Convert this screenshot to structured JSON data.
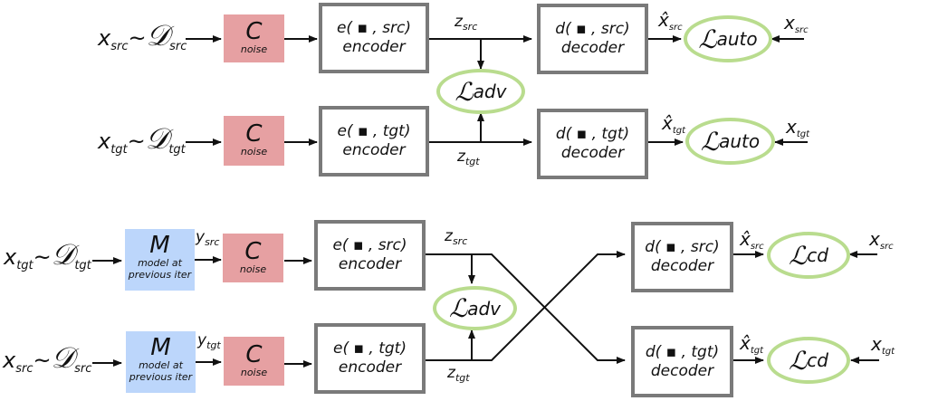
{
  "top_section": {
    "rows": [
      {
        "input": {
          "var": "x",
          "var_sub": "src",
          "tilde": "~",
          "dist": "𝒟",
          "dist_sub": "src"
        },
        "noise": {
          "symbol": "C",
          "label": "noise"
        },
        "encoder": {
          "func": "e( ▪ , src)",
          "label": "encoder"
        },
        "latent": {
          "var": "z",
          "sub": "src"
        },
        "decoder": {
          "func": "d( ▪ , src)",
          "label": "decoder"
        },
        "recon": {
          "var": "x̂",
          "sub": "src"
        },
        "loss": {
          "symbol": "ℒ",
          "sub": "auto"
        },
        "target": {
          "var": "x",
          "sub": "src"
        }
      },
      {
        "input": {
          "var": "x",
          "var_sub": "tgt",
          "tilde": "~",
          "dist": "𝒟",
          "dist_sub": "tgt"
        },
        "noise": {
          "symbol": "C",
          "label": "noise"
        },
        "encoder": {
          "func": "e( ▪ , tgt)",
          "label": "encoder"
        },
        "latent": {
          "var": "z",
          "sub": "tgt"
        },
        "decoder": {
          "func": "d( ▪ , tgt)",
          "label": "decoder"
        },
        "recon": {
          "var": "x̂",
          "sub": "tgt"
        },
        "loss": {
          "symbol": "ℒ",
          "sub": "auto"
        },
        "target": {
          "var": "x",
          "sub": "tgt"
        }
      }
    ],
    "adv_loss": {
      "symbol": "ℒ",
      "sub": "adv"
    }
  },
  "bottom_section": {
    "rows": [
      {
        "input": {
          "var": "x",
          "var_sub": "tgt",
          "tilde": "~",
          "dist": "𝒟",
          "dist_sub": "tgt"
        },
        "model": {
          "symbol": "M",
          "label_line1": "model at",
          "label_line2": "previous iter"
        },
        "translated": {
          "var": "y",
          "sub": "src"
        },
        "noise": {
          "symbol": "C",
          "label": "noise"
        },
        "encoder": {
          "func": "e( ▪ , src)",
          "label": "encoder"
        },
        "latent": {
          "var": "z",
          "sub": "src"
        },
        "decoder": {
          "func": "d( ▪ , src)",
          "label": "decoder"
        },
        "recon": {
          "var": "x̂",
          "sub": "src"
        },
        "loss": {
          "symbol": "ℒ",
          "sub": "cd"
        },
        "target": {
          "var": "x",
          "sub": "src"
        }
      },
      {
        "input": {
          "var": "x",
          "var_sub": "src",
          "tilde": "~",
          "dist": "𝒟",
          "dist_sub": "src"
        },
        "model": {
          "symbol": "M",
          "label_line1": "model at",
          "label_line2": "previous iter"
        },
        "translated": {
          "var": "y",
          "sub": "tgt"
        },
        "noise": {
          "symbol": "C",
          "label": "noise"
        },
        "encoder": {
          "func": "e( ▪ , tgt)",
          "label": "encoder"
        },
        "latent": {
          "var": "z",
          "sub": "tgt"
        },
        "decoder": {
          "func": "d( ▪ , tgt)",
          "label": "decoder"
        },
        "recon": {
          "var": "x̂",
          "sub": "tgt"
        },
        "loss": {
          "symbol": "ℒ",
          "sub": "cd"
        },
        "target": {
          "var": "x",
          "sub": "tgt"
        }
      }
    ],
    "adv_loss": {
      "symbol": "ℒ",
      "sub": "adv"
    }
  },
  "colors": {
    "noise_box": "#e6a0a2",
    "model_box": "#bcd6fb",
    "module_border": "#7a7a7a",
    "loss_ellipse": "#b9dc8e",
    "arrow": "#111111"
  }
}
